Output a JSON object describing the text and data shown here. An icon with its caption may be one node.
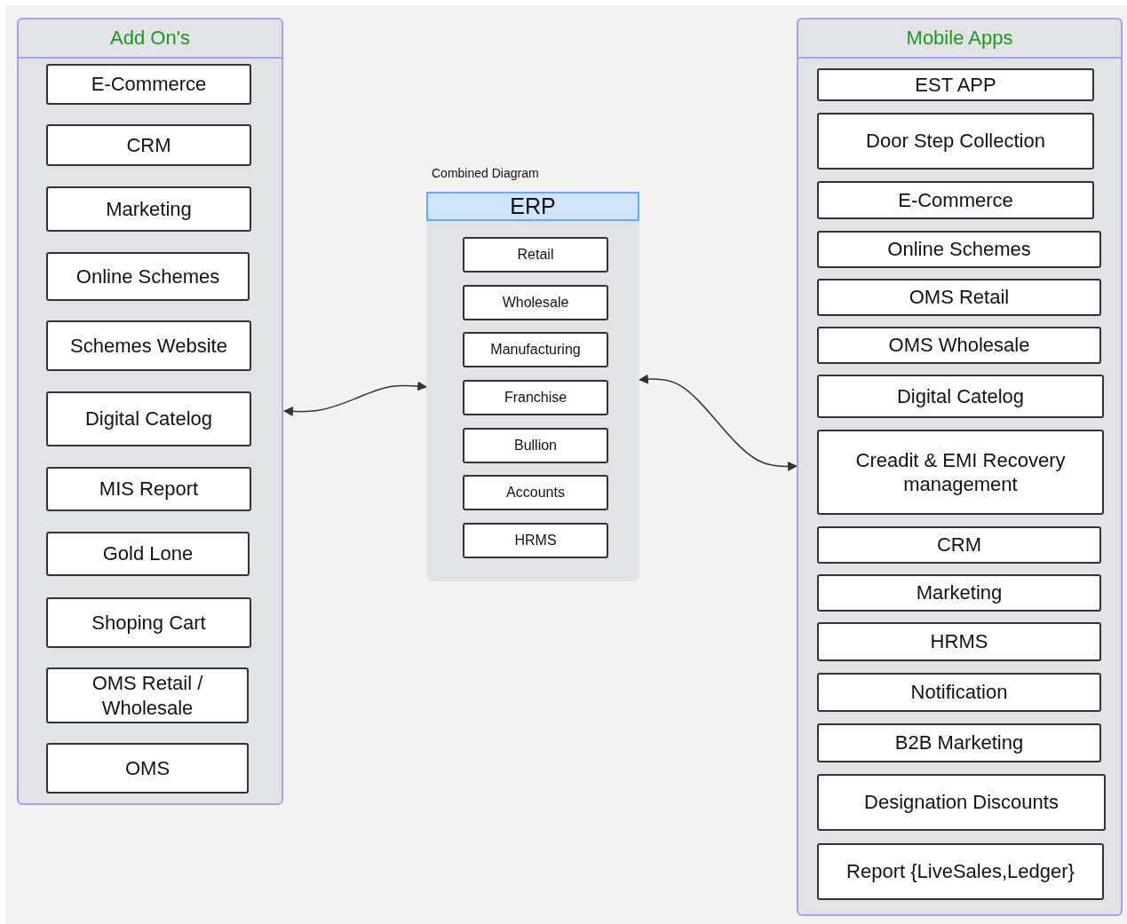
{
  "diagram": {
    "nodes": [
      {
        "text": [
          "Add On's"
        ]
      },
      {
        "text": [
          "E-Commerce"
        ],
        "in": 0
      },
      {
        "text": [
          "CRM"
        ],
        "in": 0
      },
      {
        "text": [
          "Marketing"
        ],
        "in": 0
      },
      {
        "text": [
          "Online Schemes"
        ],
        "in": 0
      },
      {
        "text": [
          "Schemes Website"
        ],
        "in": 0
      },
      {
        "text": [
          "Digital Catelog"
        ],
        "in": 0
      },
      {
        "text": [
          "MIS Report"
        ],
        "in": 0
      },
      {
        "text": [
          "Gold Lone"
        ],
        "in": 0
      },
      {
        "text": [
          "Shoping Cart"
        ],
        "in": 0
      },
      {
        "text": [
          "OMS Retail / Wholesale"
        ],
        "in": 0
      },
      {
        "text": [
          "OMS"
        ],
        "in": 0
      },
      {
        "text": [
          "ERP"
        ],
        "beside": [
          "Combined Diagram"
        ]
      },
      {
        "text": [
          "Retail"
        ],
        "in": 12
      },
      {
        "text": [
          "Wholesale"
        ],
        "in": 12
      },
      {
        "text": [
          "Manufacturing"
        ],
        "in": 12
      },
      {
        "text": [
          "Franchise"
        ],
        "in": 12
      },
      {
        "text": [
          "Bullion"
        ],
        "in": 12
      },
      {
        "text": [
          "Accounts"
        ],
        "in": 12
      },
      {
        "text": [
          "HRMS"
        ],
        "in": 12
      },
      {
        "text": [
          "Mobile Apps"
        ]
      },
      {
        "text": [
          "EST APP"
        ],
        "in": 20
      },
      {
        "text": [
          "Door Step Collection"
        ],
        "in": 20
      },
      {
        "text": [
          "E-Commerce"
        ],
        "in": 20
      },
      {
        "text": [
          "Online Schemes"
        ],
        "in": 20
      },
      {
        "text": [
          "OMS Retail"
        ],
        "in": 20
      },
      {
        "text": [
          "OMS Wholesale"
        ],
        "in": 20
      },
      {
        "text": [
          "Digital Catelog"
        ],
        "in": 20
      },
      {
        "text": [
          "Creadit & EMI Recovery management"
        ],
        "in": 20
      },
      {
        "text": [
          "CRM"
        ],
        "in": 20
      },
      {
        "text": [
          "Marketing"
        ],
        "in": 20
      },
      {
        "text": [
          "HRMS"
        ],
        "in": 20
      },
      {
        "text": [
          "Notification"
        ],
        "in": 20
      },
      {
        "text": [
          "B2B Marketing"
        ],
        "in": 20
      },
      {
        "text": [
          "Designation Discounts"
        ],
        "in": 20
      },
      {
        "text": [
          "Report {LiveSales,Ledger}"
        ],
        "in": 20
      }
    ],
    "edges": [
      {
        "from": 12,
        "to": 0,
        "arrow": "both"
      },
      {
        "from": 12,
        "to": 20,
        "arrow": "both"
      }
    ]
  }
}
